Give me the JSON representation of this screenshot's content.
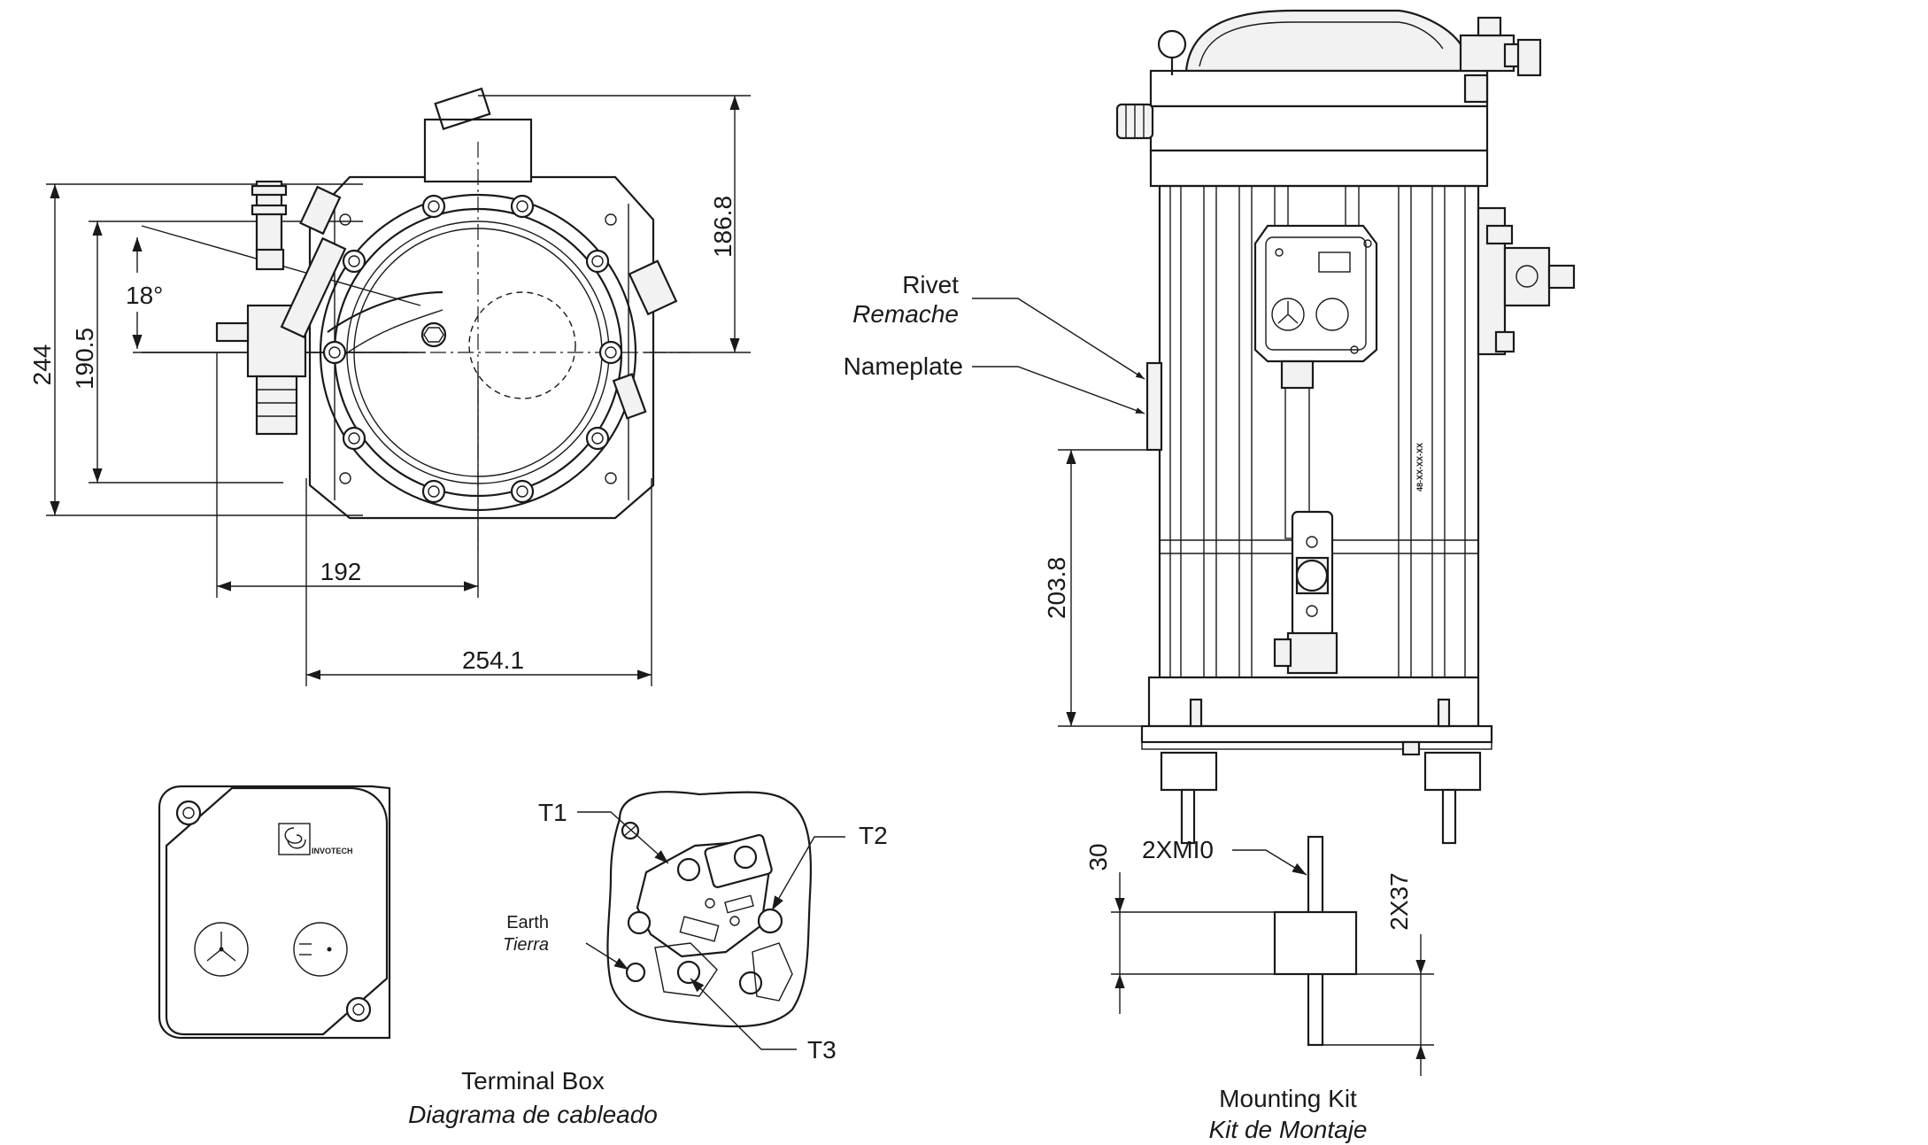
{
  "top_view": {
    "dim_height_total": "244",
    "dim_height_mount": "190.5",
    "dim_angle": "18°",
    "dim_top_offset": "186.8",
    "dim_center_offset": "192",
    "dim_width": "254.1"
  },
  "side_view": {
    "callout_rivet": "Rivet",
    "callout_rivet_es": "Remache",
    "callout_nameplate": "Nameplate",
    "dim_height": "203.8",
    "serial_text": "48-XX-XX-XX"
  },
  "terminal_box": {
    "brand": "INVOTECH",
    "label_t1": "T1",
    "label_t2": "T2",
    "label_t3": "T3",
    "label_earth": "Earth",
    "label_earth_es": "Tierra",
    "caption": "Terminal Box",
    "caption_es": "Diagrama de cableado"
  },
  "mounting_kit": {
    "dim_30": "30",
    "callout_bolt": "2XMI0",
    "dim_2x37": "2X37",
    "caption": "Mounting Kit",
    "caption_es": "Kit de Montaje"
  }
}
